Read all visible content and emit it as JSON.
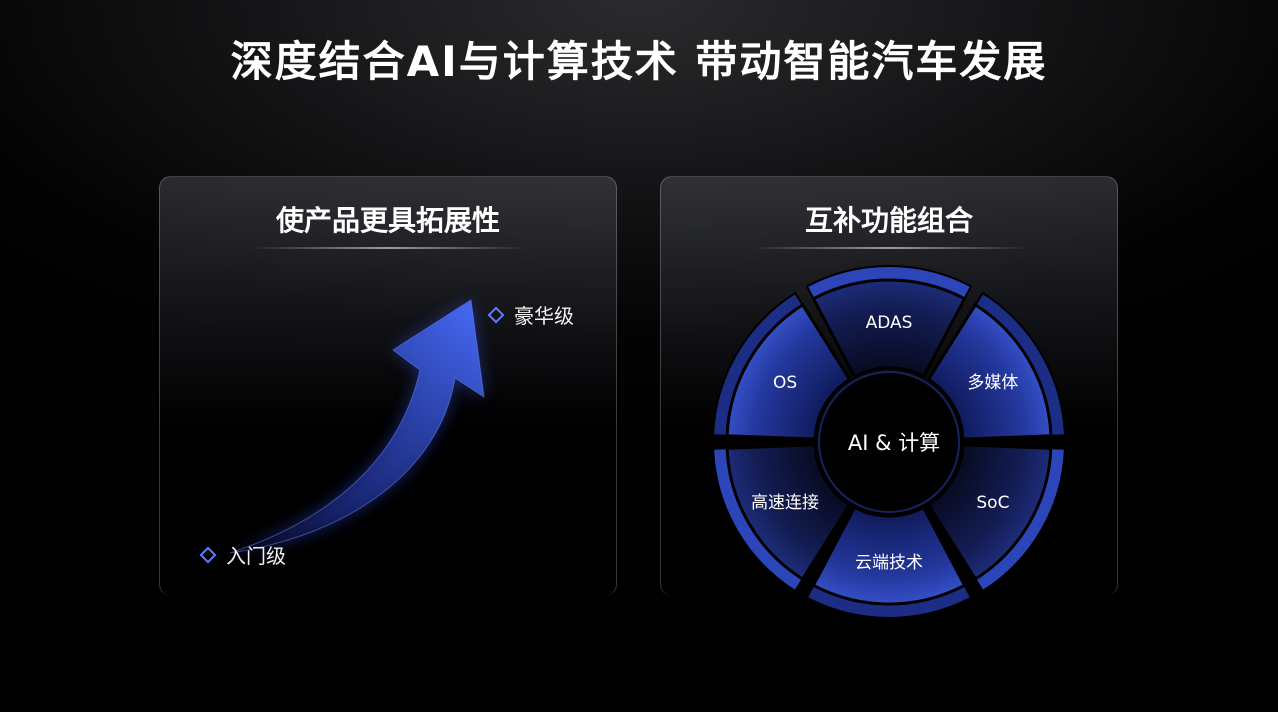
{
  "title": "深度结合AI与计算技术 带动智能汽车发展",
  "left_panel": {
    "title": "使产品更具拓展性",
    "top_label": "豪华级",
    "bottom_label": "入门级"
  },
  "right_panel": {
    "title": "互补功能组合",
    "center_label": "AI & 计算",
    "segments": [
      "ADAS",
      "多媒体",
      "SoC",
      "云端技术",
      "高速连接",
      "OS"
    ]
  },
  "colors": {
    "accent": "#3f5ee0",
    "accent_light": "#5b7cff",
    "background": "#000000"
  }
}
